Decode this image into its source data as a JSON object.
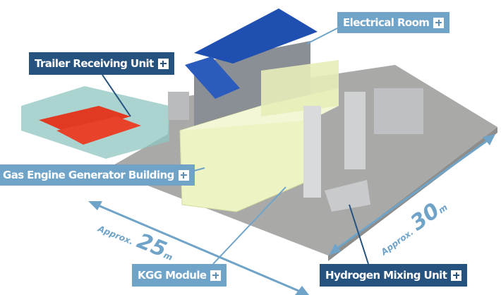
{
  "labels": {
    "electrical_room": "Electrical Room",
    "trailer_receiving_unit": "Trailer Receiving Unit",
    "gas_engine_generator_building": "Gas Engine Generator Building",
    "kgg_module": "KGG Module",
    "hydrogen_mixing_unit": "Hydrogen Mixing Unit"
  },
  "dimensions": {
    "width": {
      "prefix": "Approx.",
      "value": "25",
      "unit": "m"
    },
    "depth": {
      "prefix": "Approx.",
      "value": "30",
      "unit": "m"
    }
  },
  "colors": {
    "label_light": "#6fa3c8",
    "label_dark": "#26527f",
    "roof": "#1f4fb0",
    "generator": "#eef3c4",
    "floor": "#a9aaa8"
  }
}
